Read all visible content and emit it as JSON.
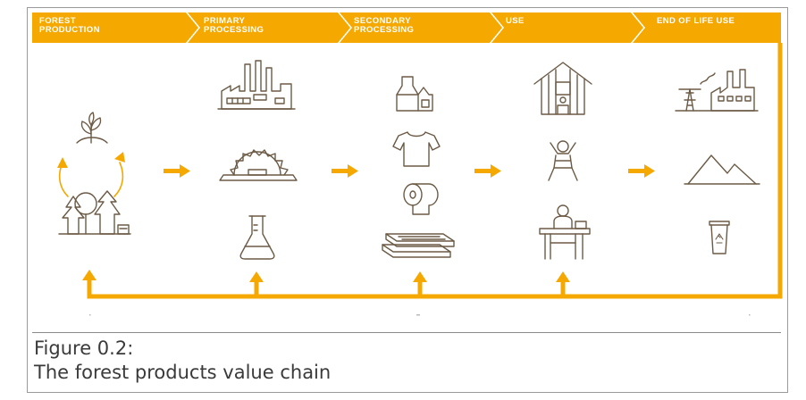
{
  "stages": [
    {
      "label": "FOREST\nPRODUCTION"
    },
    {
      "label": "PRIMARY\nPROCESSING"
    },
    {
      "label": "SECONDARY\nPROCESSING"
    },
    {
      "label": "USE"
    },
    {
      "label": "END OF LIFE USE"
    }
  ],
  "icons": {
    "forest_production": [
      "sapling-cycle-icon",
      "forest-icon"
    ],
    "primary_processing": [
      "factory-icon",
      "sawmill-icon",
      "lab-flask-icon"
    ],
    "secondary_processing": [
      "packaging-icon",
      "tshirt-icon",
      "toilet-roll-icon",
      "lumber-stack-icon"
    ],
    "use": [
      "wooden-house-icon",
      "baby-diaper-icon",
      "person-at-desk-icon"
    ],
    "end_of_life_use": [
      "power-plant-icon",
      "landfill-icon",
      "recycling-bin-icon"
    ]
  },
  "caption": {
    "figure_number": "Figure 0.2:",
    "title": "The forest products value chain"
  },
  "colors": {
    "accent": "#f5a800",
    "icon_stroke": "#6b5a45",
    "text": "#3a3a3a"
  }
}
